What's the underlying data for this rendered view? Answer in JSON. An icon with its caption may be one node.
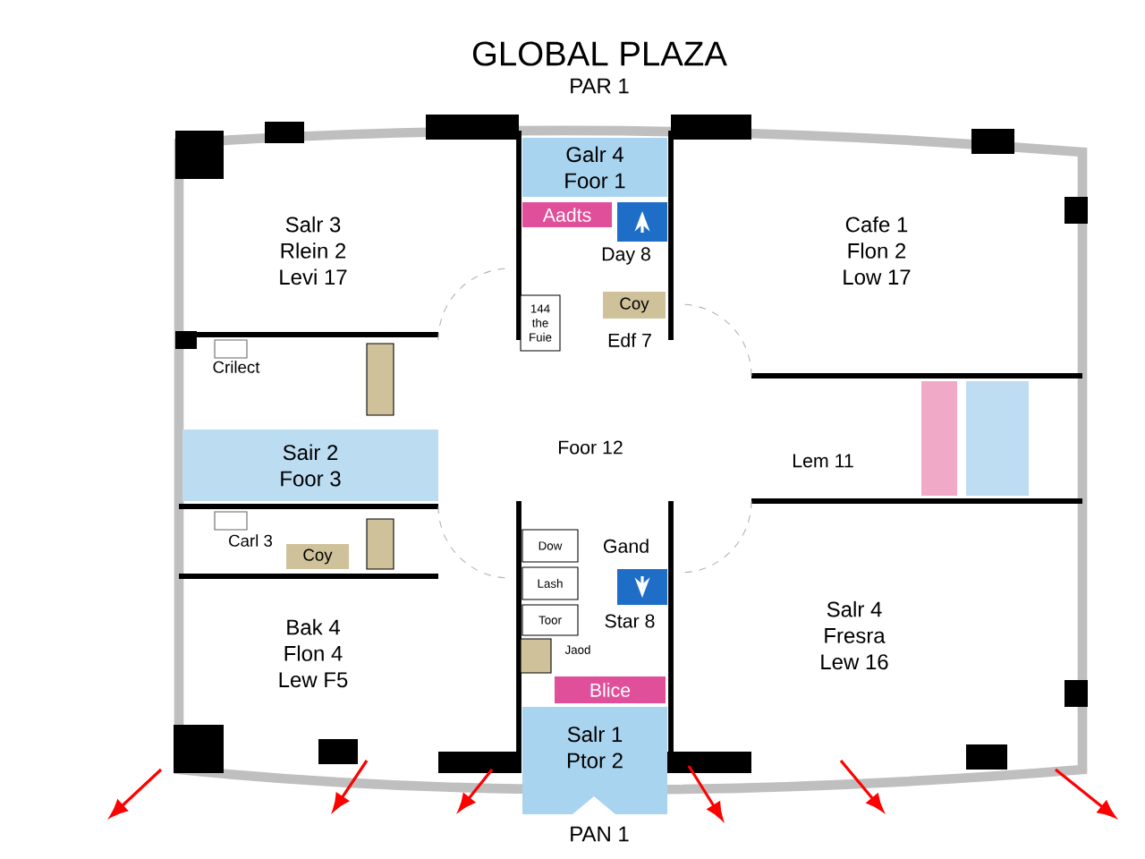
{
  "diagram": {
    "title": "GLOBAL PLAZA",
    "nodes": [
      {
        "text": [
          "Salr 3",
          "Rlein 2",
          "Levi 17"
        ]
      },
      {
        "text": [
          "Galr 4",
          "Foor 1"
        ]
      },
      {
        "text": [
          "Aadts"
        ]
      },
      {
        "text": [
          "Cafe 1",
          "Flon 2",
          "Low 17"
        ]
      },
      {
        "text": [
          "Coy"
        ]
      },
      {
        "text": [
          "144 the Fuie"
        ]
      },
      {
        "text": [
          "Sair 2",
          "Foor 3"
        ]
      },
      {
        "text": [
          "Lem 11"
        ]
      },
      {
        "text": [
          "Coy"
        ]
      },
      {
        "text": [
          "Bak 4",
          "Flon 4",
          "Lew F5"
        ]
      },
      {
        "text": [
          "Dow"
        ]
      },
      {
        "text": [
          "Lash"
        ]
      },
      {
        "text": [
          "Toor"
        ]
      },
      {
        "text": [
          "Blice"
        ]
      },
      {
        "text": [
          "Salr 1",
          "Ptor 2"
        ]
      },
      {
        "text": [
          "Salr 4",
          "Fresra",
          "Lew 16"
        ]
      }
    ],
    "labels": [
      "PAR 1",
      "Day 8",
      "Edf 7",
      "Crilect",
      "Foor 12",
      "Carl 3",
      "Gand",
      "Star 8",
      "Jaod",
      "PAN 1"
    ]
  }
}
